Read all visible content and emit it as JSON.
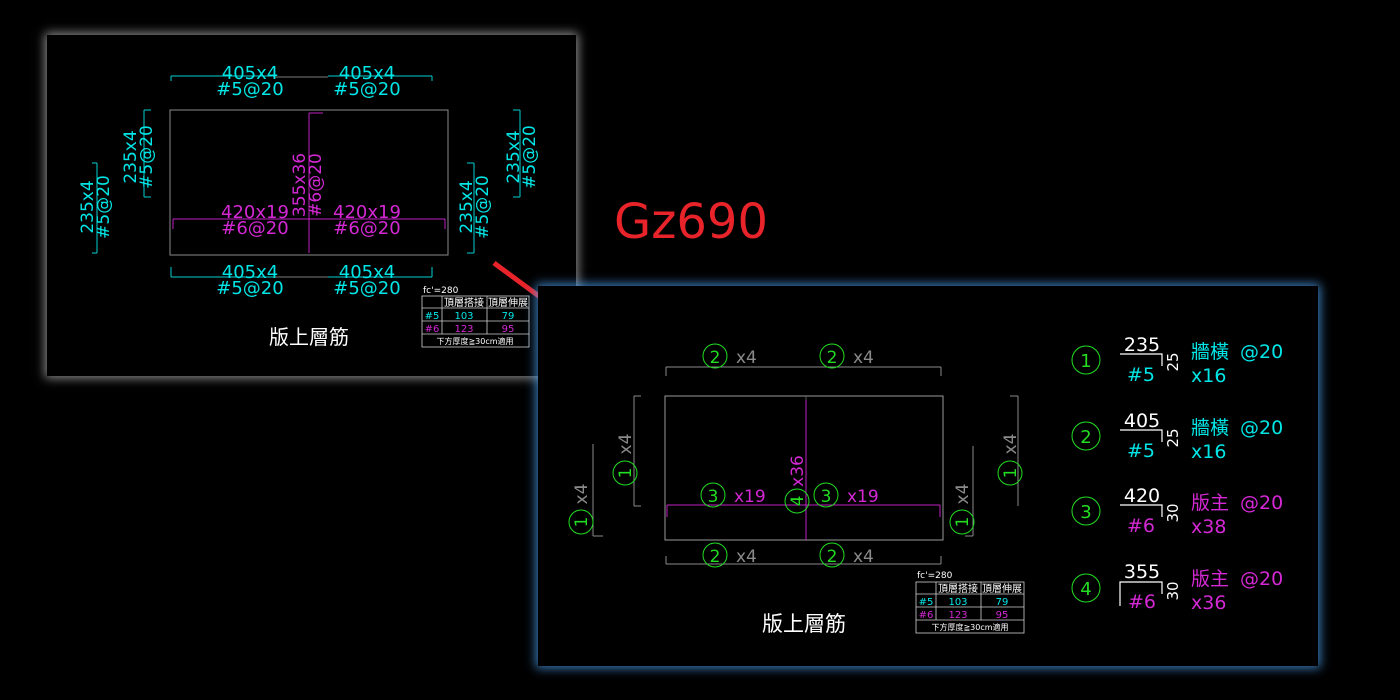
{
  "overlay": {
    "title": "Gz690",
    "title_color": "#e8242a",
    "arrow_color": "#e8242a"
  },
  "colors": {
    "cyan": "#00e6e6",
    "magenta": "#d428d4",
    "green": "#22dd22",
    "gray": "#8a8a8a",
    "white": "#ffffff"
  },
  "drawing1": {
    "top_labels": [
      "405x4",
      "405x4"
    ],
    "top_sub": [
      "#5@20",
      "#5@20"
    ],
    "bottom_labels": [
      "405x4",
      "405x4"
    ],
    "bottom_sub": [
      "#5@20",
      "#5@20"
    ],
    "left_outer": [
      "235x4",
      "#5@20"
    ],
    "left_inner": [
      "235x4",
      "#5@20"
    ],
    "right_inner": [
      "235x4",
      "#5@20"
    ],
    "right_outer": [
      "235x4",
      "#5@20"
    ],
    "center_vertical": [
      "355x36",
      "#6@20"
    ],
    "center_labels": [
      "420x19",
      "420x19"
    ],
    "center_sub": [
      "#6@20",
      "#6@20"
    ],
    "caption": "版上層筋"
  },
  "rebar_table": {
    "fc": "fc'=280",
    "headers": [
      "",
      "頂層搭接",
      "頂層伸展"
    ],
    "rows": [
      {
        "bar": "#5",
        "lap": "103",
        "dev": "79"
      },
      {
        "bar": "#6",
        "lap": "123",
        "dev": "95"
      }
    ],
    "note": "下方厚度≧30cm適用"
  },
  "drawing2": {
    "markers": {
      "top": [
        {
          "num": "2",
          "mult": "x4"
        },
        {
          "num": "2",
          "mult": "x4"
        }
      ],
      "bottom": [
        {
          "num": "2",
          "mult": "x4"
        },
        {
          "num": "2",
          "mult": "x4"
        }
      ],
      "left": [
        {
          "num": "1",
          "mult": "x4"
        },
        {
          "num": "1",
          "mult": "x4"
        }
      ],
      "right": [
        {
          "num": "1",
          "mult": "x4"
        },
        {
          "num": "1",
          "mult": "x4"
        }
      ],
      "center": [
        {
          "num": "3",
          "mult": "x19"
        },
        {
          "num": "3",
          "mult": "x19"
        }
      ],
      "center_vertical": {
        "num": "4",
        "mult": "x36"
      }
    },
    "caption": "版上層筋",
    "legend": [
      {
        "num": "1",
        "length": "235",
        "bar": "#5",
        "hook": "25",
        "type": "牆橫",
        "spacing": "@20",
        "count": "x16",
        "color": "cyan"
      },
      {
        "num": "2",
        "length": "405",
        "bar": "#5",
        "hook": "25",
        "type": "牆橫",
        "spacing": "@20",
        "count": "x16",
        "color": "cyan"
      },
      {
        "num": "3",
        "length": "420",
        "bar": "#6",
        "hook": "30",
        "type": "版主",
        "spacing": "@20",
        "count": "x38",
        "color": "magenta"
      },
      {
        "num": "4",
        "length": "355",
        "bar": "#6",
        "hook": "30",
        "type": "版主",
        "spacing": "@20",
        "count": "x36",
        "color": "magenta"
      }
    ]
  }
}
